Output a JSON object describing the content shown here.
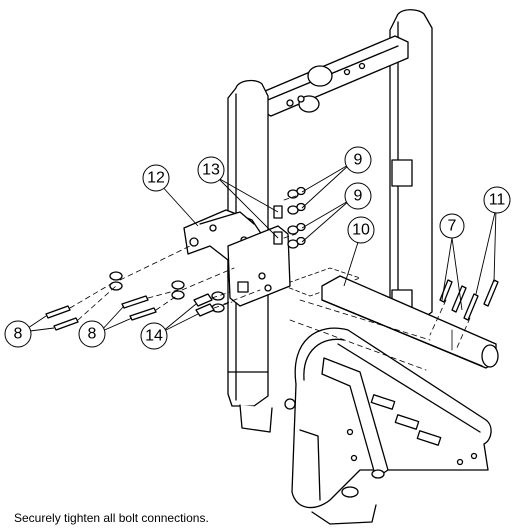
{
  "callouts": {
    "c7": "7",
    "c8a": "8",
    "c8b": "8",
    "c9a": "9",
    "c9b": "9",
    "c10": "10",
    "c11": "11",
    "c12": "12",
    "c13": "13",
    "c14": "14"
  },
  "caption": "Securely tighten all bolt connections."
}
